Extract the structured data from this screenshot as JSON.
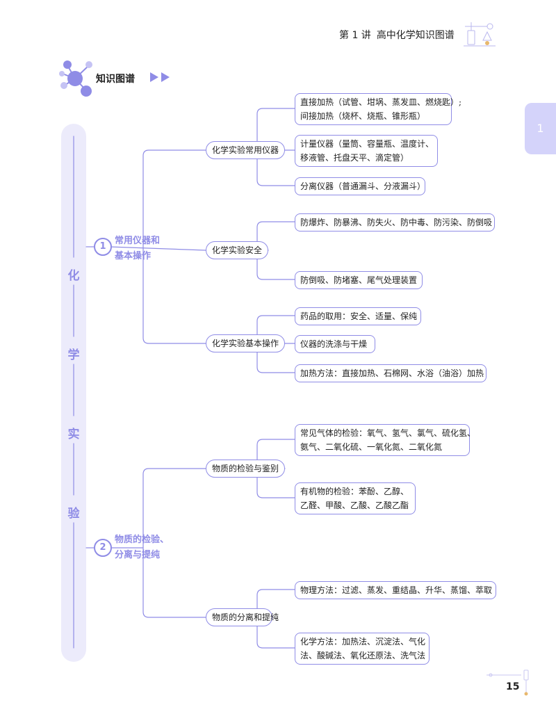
{
  "header": {
    "lecture": "第 1 讲",
    "title": "高中化学知识图谱"
  },
  "side_tab": {
    "number": "1"
  },
  "section": {
    "title": "知识图谱"
  },
  "root": {
    "chars": [
      "化",
      "学",
      "实",
      "验"
    ]
  },
  "branches": [
    {
      "number": "1",
      "label_lines": [
        "常用仪器和",
        "基本操作"
      ],
      "children": [
        {
          "label": "化学实验常用仪器",
          "leaves": [
            [
              "直接加热（试管、坩埚、蒸发皿、燃烧匙）;",
              "间接加热（烧杯、烧瓶、锥形瓶）"
            ],
            [
              "计量仪器（量筒、容量瓶、温度计、",
              "移液管、托盘天平、滴定管）"
            ],
            [
              "分离仪器（普通漏斗、分液漏斗）"
            ]
          ]
        },
        {
          "label": "化学实验安全",
          "leaves": [
            [
              "防爆炸、防暴沸、防失火、防中毒、防污染、防倒吸"
            ],
            [
              "防倒吸、防堵塞、尾气处理装置"
            ]
          ]
        },
        {
          "label": "化学实验基本操作",
          "leaves": [
            [
              "药品的取用：安全、适量、保纯"
            ],
            [
              "仪器的洗涤与干燥"
            ],
            [
              "加热方法：直接加热、石棉网、水浴（油浴）加热"
            ]
          ]
        }
      ]
    },
    {
      "number": "2",
      "label_lines": [
        "物质的检验、",
        "分离与提纯"
      ],
      "children": [
        {
          "label": "物质的检验与鉴别",
          "leaves": [
            [
              "常见气体的检验：氧气、氢气、氯气、硫化氢、",
              "氨气、二氧化硫、一氧化氮、二氧化氮"
            ],
            [
              "有机物的检验：苯酚、乙醇、",
              "乙醛、甲酸、乙酸、乙酸乙酯"
            ]
          ]
        },
        {
          "label": "物质的分离和提纯",
          "leaves": [
            [
              "物理方法：过滤、蒸发、重结晶、升华、蒸馏、萃取"
            ],
            [
              "化学方法：加热法、沉淀法、气化",
              "法、酸碱法、氧化还原法、洗气法"
            ]
          ]
        }
      ]
    }
  ],
  "page_number": "15",
  "colors": {
    "accent": "#8f8ce6",
    "accent_light": "#ecebfb",
    "tab": "#d4d3fa"
  }
}
